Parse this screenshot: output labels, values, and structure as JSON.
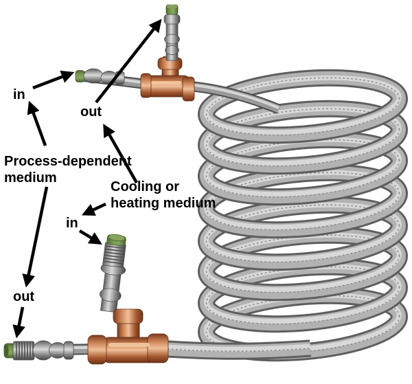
{
  "labels": {
    "process_medium": "Process-dependent\nmedium",
    "process_in": "in",
    "process_out": "out",
    "cooling_medium": "Cooling or\nheating medium",
    "cooling_in": "in",
    "cooling_out": "out"
  },
  "colors": {
    "background": "#ffffff",
    "annotation": "#000000",
    "copper_fitting": "#c67f52",
    "copper_highlight": "#f0c09a",
    "copper_shadow": "#7c3c1f",
    "steel_tube_mid": "#ababab",
    "steel_highlight": "#d9d9d9",
    "steel_shadow": "#5e5e5e",
    "cap_green": "#6f8c4b"
  }
}
